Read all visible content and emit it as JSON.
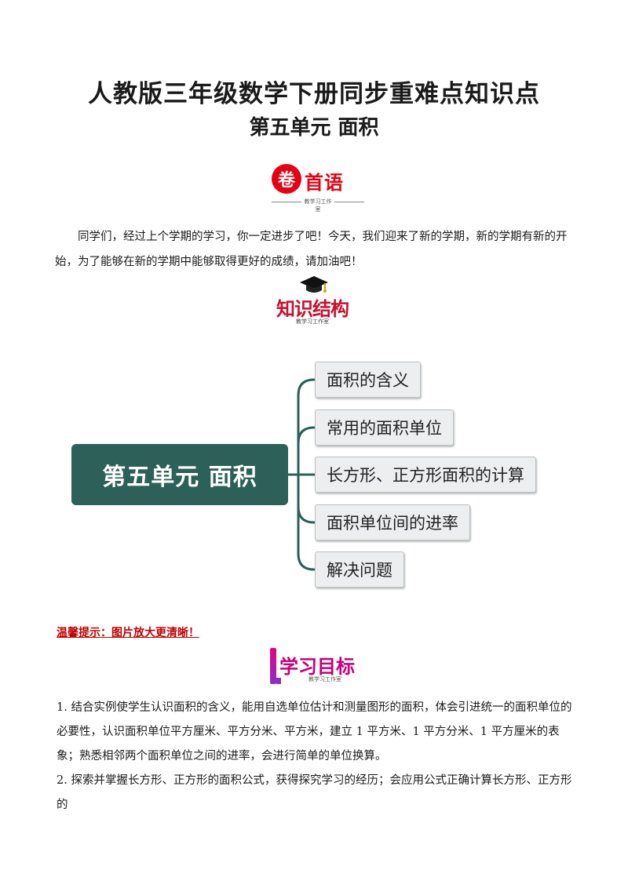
{
  "title": "人教版三年级数学下册同步重难点知识点",
  "subtitle": "第五单元  面积",
  "badge_preface": {
    "circle_char": "卷",
    "text": "首语",
    "tag": "教学习工作室"
  },
  "intro_paragraph": "同学们，经过上个学期的学习，你一定进步了吧！今天，我们迎来了新的学期，新的学期有新的开始，为了能够在新的学期中能够取得更好的成绩，请加油吧！",
  "badge_structure": {
    "text": "知识结构",
    "tag": "教学习工作室"
  },
  "mindmap": {
    "root": "第五单元 面积",
    "branches": [
      {
        "label": "面积的含义"
      },
      {
        "label": "常用的面积单位"
      },
      {
        "label": "长方形、正方形面积的计算"
      },
      {
        "label": "面积单位间的进率"
      },
      {
        "label": "解决问题"
      }
    ],
    "colors": {
      "root_bg": "#2c6058",
      "line": "#2c6058",
      "branch_bg": "#edeef0"
    }
  },
  "tip": "温馨提示：图片放大更清晰！",
  "badge_goal": {
    "text": "学习目标",
    "tag": "教学习工作室"
  },
  "goals": [
    "1. 结合实例使学生认识面积的含义，能用自选单位估计和测量图形的面积，体会引进统一的面积单位的必要性，认识面积单位平方厘米、平方分米、平方米，建立 1 平方米、1 平方分米、1 平方厘米的表象；熟悉相邻两个面积单位之间的进率，会进行简单的单位换算。",
    "2. 探索并掌握长方形、正方形的面积公式，获得探究学习的经历；会应用公式正确计算长方形、正方形的"
  ]
}
